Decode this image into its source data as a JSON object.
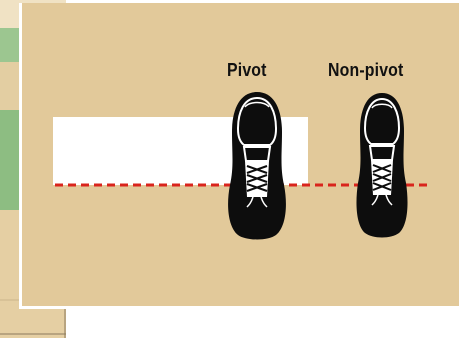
{
  "diagram": {
    "labels": {
      "pivot": "Pivot",
      "non_pivot": "Non-pivot"
    },
    "colors": {
      "court_floor": "#e2c99a",
      "key_area": "#ffffff",
      "line": "#d9241c",
      "shoe": "#0d0d0d",
      "laces": "#ffffff",
      "background_green": "#8fbf83"
    },
    "elements": {
      "line_style": "dashed",
      "shoes": [
        "pivot-foot",
        "non-pivot-foot"
      ]
    }
  }
}
